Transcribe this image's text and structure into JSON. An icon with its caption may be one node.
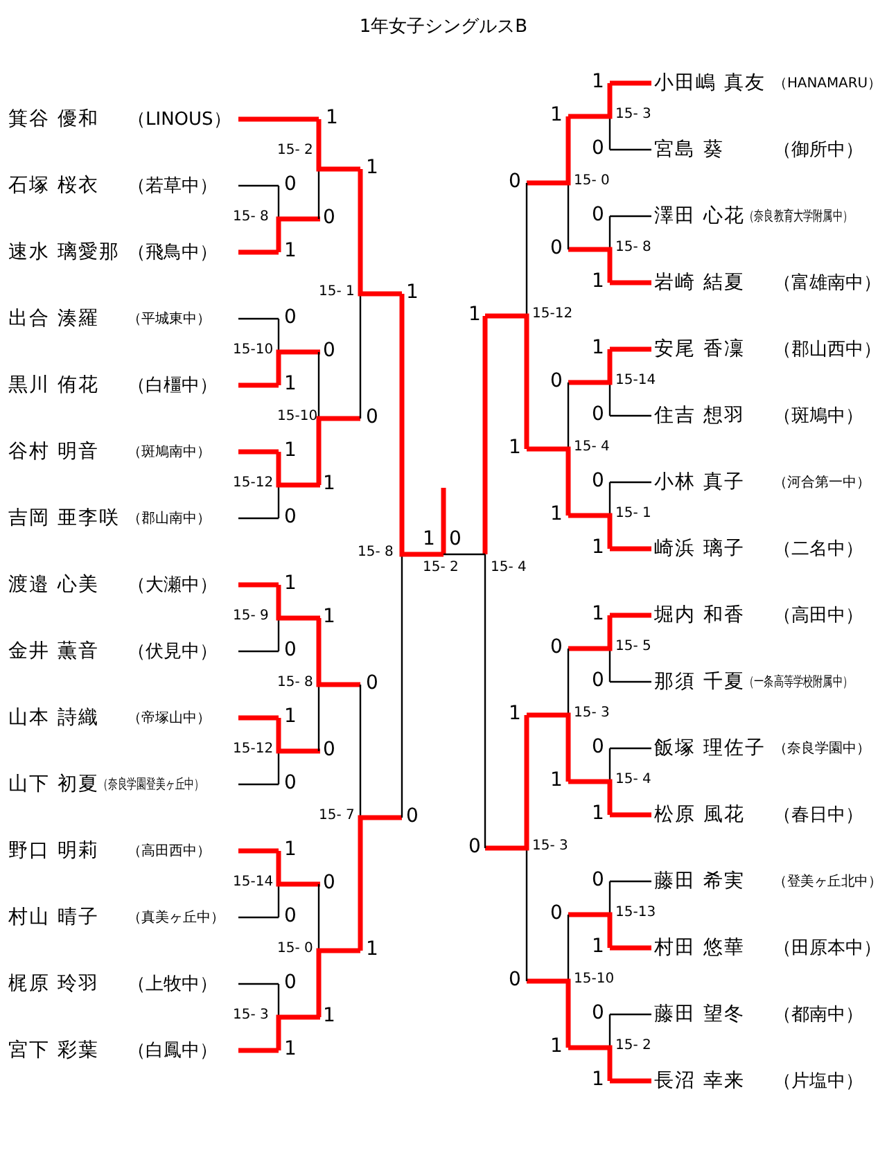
{
  "diagram": {
    "title": "1年女子シングルスB",
    "nodes": [
      {
        "text": [
          "箕谷 優和",
          "（LINOUS）"
        ]
      },
      {
        "text": [
          "石塚 桜衣",
          "（若草中）"
        ]
      },
      {
        "text": [
          "速水 璃愛那",
          "（飛鳥中）"
        ]
      },
      {
        "text": [
          "出合 湊羅",
          "（平城東中）"
        ]
      },
      {
        "text": [
          "黒川 侑花",
          "（白橿中）"
        ]
      },
      {
        "text": [
          "谷村 明音",
          "（斑鳩南中）"
        ]
      },
      {
        "text": [
          "吉岡 亜李咲",
          "（郡山南中）"
        ]
      },
      {
        "text": [
          "渡邉 心美",
          "（大瀬中）"
        ]
      },
      {
        "text": [
          "金井 薫音",
          "（伏見中）"
        ]
      },
      {
        "text": [
          "山本 詩織",
          "（帝塚山中）"
        ]
      },
      {
        "text": [
          "山下 初夏",
          "（奈良学園登美ヶ丘中）"
        ]
      },
      {
        "text": [
          "野口 明莉",
          "（高田西中）"
        ]
      },
      {
        "text": [
          "村山 晴子",
          "（真美ヶ丘中）"
        ]
      },
      {
        "text": [
          "梶原 玲羽",
          "（上牧中）"
        ]
      },
      {
        "text": [
          "宮下 彩葉",
          "（白鳳中）"
        ]
      },
      {
        "text": [
          "小田嶋 真友",
          "（HANAMARU）"
        ]
      },
      {
        "text": [
          "宮島 葵",
          "（御所中）"
        ]
      },
      {
        "text": [
          "澤田 心花",
          "（奈良教育大学附属中）"
        ]
      },
      {
        "text": [
          "岩崎 結夏",
          "（富雄南中）"
        ]
      },
      {
        "text": [
          "安尾 香凜",
          "（郡山西中）"
        ]
      },
      {
        "text": [
          "住吉 想羽",
          "（斑鳩中）"
        ]
      },
      {
        "text": [
          "小林 真子",
          "（河合第一中）"
        ]
      },
      {
        "text": [
          "崎浜 璃子",
          "（二名中）"
        ]
      },
      {
        "text": [
          "堀内 和香",
          "（高田中）"
        ]
      },
      {
        "text": [
          "那須 千夏",
          "（一条高等学校附属中）"
        ]
      },
      {
        "text": [
          "飯塚 理佐子",
          "（奈良学園中）"
        ]
      },
      {
        "text": [
          "松原 風花",
          "（春日中）"
        ]
      },
      {
        "text": [
          "藤田 希実",
          "（登美ヶ丘北中）"
        ]
      },
      {
        "text": [
          "村田 悠華",
          "（田原本中）"
        ]
      },
      {
        "text": [
          "藤田 望冬",
          "（都南中）"
        ]
      },
      {
        "text": [
          "長沼 幸来",
          "（片塩中）"
        ]
      }
    ],
    "labels": [
      "1",
      "0",
      "1",
      "15- 8",
      "0",
      "15- 2",
      "1",
      "0",
      "1",
      "15-10",
      "0",
      "1",
      "0",
      "15-12",
      "1",
      "15-10",
      "0",
      "15- 1",
      "1",
      "1",
      "0",
      "15- 9",
      "1",
      "1",
      "0",
      "15-12",
      "0",
      "15- 8",
      "0",
      "1",
      "0",
      "15-14",
      "0",
      "0",
      "1",
      "15- 3",
      "1",
      "15- 0",
      "1",
      "15- 7",
      "0",
      "15- 8",
      "1",
      "0",
      "15- 2",
      "15- 4",
      "1",
      "1",
      "15- 3",
      "0",
      "0",
      "15- 0",
      "0",
      "0",
      "15- 8",
      "1",
      "1",
      "15-12",
      "1",
      "0",
      "15-14",
      "0",
      "1",
      "15- 4",
      "0",
      "1",
      "15- 1",
      "1",
      "1",
      "0",
      "15- 5",
      "0",
      "1",
      "15- 3",
      "0",
      "1",
      "15- 4",
      "1",
      "0",
      "15- 3",
      "0",
      "0",
      "15-13",
      "1",
      "0",
      "15-10",
      "0",
      "1",
      "15- 2",
      "1"
    ]
  }
}
